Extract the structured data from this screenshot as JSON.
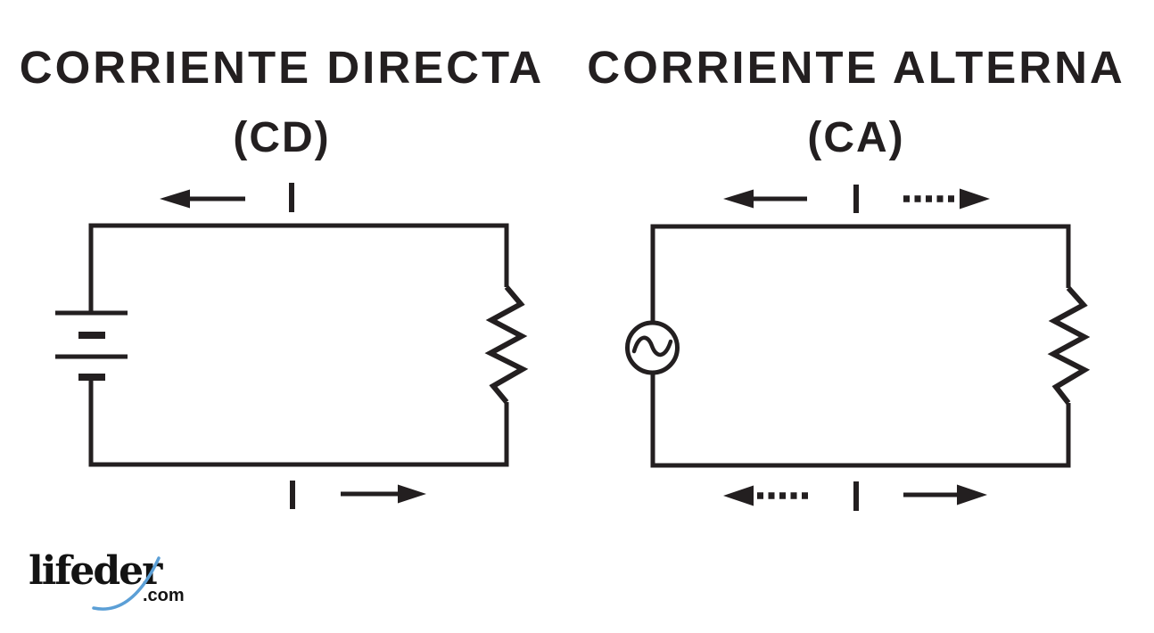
{
  "colors": {
    "line": "#231f20",
    "background": "#ffffff",
    "logo_blue": "#5b9fd6",
    "logo_text": "#131313"
  },
  "panels": {
    "dc": {
      "title": "CORRIENTE DIRECTA",
      "subtitle": "(CD)"
    },
    "ac": {
      "title": "CORRIENTE ALTERNA",
      "subtitle": "(CA)"
    }
  },
  "logo": {
    "name": "lifeder",
    "tld": ".com"
  }
}
